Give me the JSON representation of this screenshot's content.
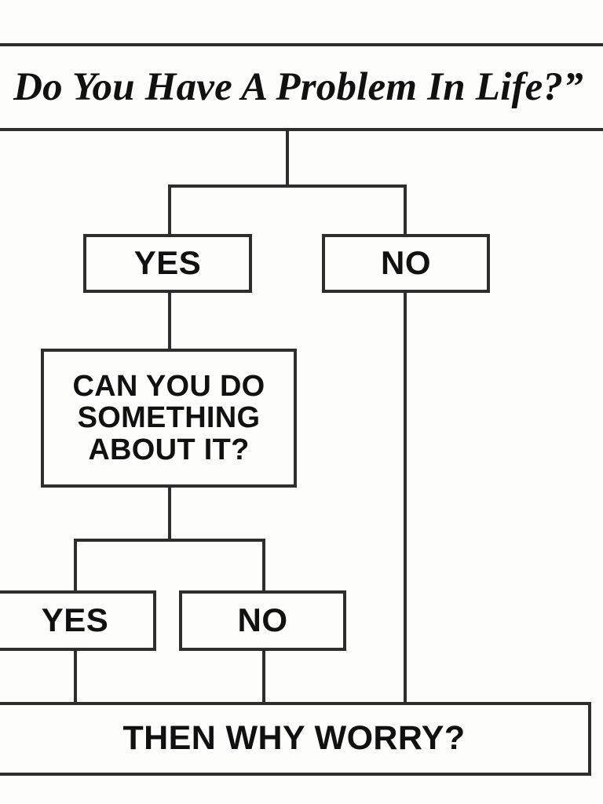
{
  "diagram": {
    "type": "flowchart",
    "title": "Do You Have A Problem In Life?”",
    "background_color": "#fdfdfc",
    "line_color": "#2e2e2e",
    "text_color": "#111111",
    "nodes": [
      {
        "id": "root",
        "label": "Do You Have A Problem In Life?”"
      },
      {
        "id": "yes1",
        "label": "YES"
      },
      {
        "id": "no1",
        "label": "NO"
      },
      {
        "id": "question",
        "label": "CAN YOU DO\nSOMETHING\nABOUT IT?"
      },
      {
        "id": "yes2",
        "label": "YES"
      },
      {
        "id": "no2",
        "label": "NO"
      },
      {
        "id": "final",
        "label": "THEN WHY WORRY?"
      }
    ],
    "edges": [
      {
        "from": "root",
        "to": "yes1"
      },
      {
        "from": "root",
        "to": "no1"
      },
      {
        "from": "yes1",
        "to": "question"
      },
      {
        "from": "question",
        "to": "yes2"
      },
      {
        "from": "question",
        "to": "no2"
      },
      {
        "from": "yes2",
        "to": "final"
      },
      {
        "from": "no2",
        "to": "final"
      },
      {
        "from": "no1",
        "to": "final"
      }
    ]
  }
}
